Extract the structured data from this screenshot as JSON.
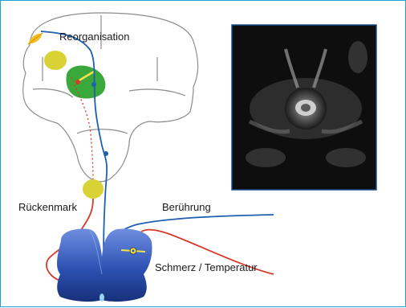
{
  "labels": {
    "reorganisation": "Reorganisation",
    "rueckenmark": "Rückenmark",
    "beruehrung": "Berührung",
    "schmerz": "Schmerz / Temperatur"
  },
  "colors": {
    "frame": "#1ba3d4",
    "touch_pathway": "#1f5fb0",
    "pain_pathway": "#d63a2a",
    "nucleus": "#d9d235",
    "thalamus": "#3aa83a",
    "spinal_cord": "#2a52a8",
    "mri_background": "#0e0e0e",
    "mri_border": "#1c4f8f"
  },
  "icons": {
    "receptor": "yellow-receptor-icon",
    "neuron": "neuron-icon"
  }
}
